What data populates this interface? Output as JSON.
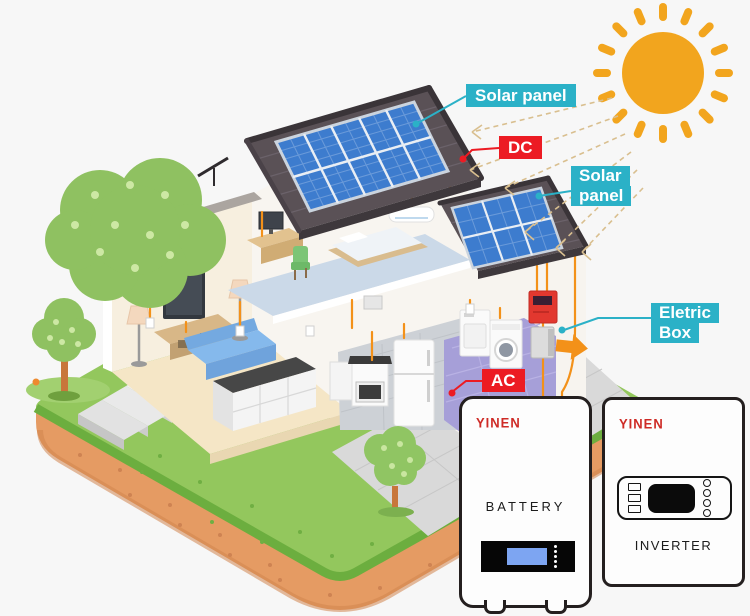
{
  "scene": {
    "background": "#f7f7f7"
  },
  "labels": {
    "solar_panel_main": {
      "text": "Solar panel"
    },
    "dc": {
      "text": "DC"
    },
    "solar_panel_side": {
      "line1": "Solar",
      "line2": "panel"
    },
    "electric_box": {
      "line1": "Eletric",
      "line2": "Box"
    },
    "ac": {
      "text": "AC"
    }
  },
  "products": {
    "battery": {
      "brand": "YINEN",
      "label": "BATTERY"
    },
    "inverter": {
      "brand": "YINEN",
      "label": "INVERTER"
    }
  },
  "colors": {
    "scene_bg": "#f7f7f7",
    "badge_cyan": "#2BB1C7",
    "badge_red": "#EC1B23",
    "sun_orange": "#F2A51E",
    "ray_tan": "#D9BF8F",
    "wire_orange": "#F39119",
    "panel_blue": "#3D7CCE",
    "roof_dark": "#5A5156",
    "grass_green": "#93C75D",
    "soil_brown": "#E59B63",
    "brand_red": "#CE2B26"
  }
}
